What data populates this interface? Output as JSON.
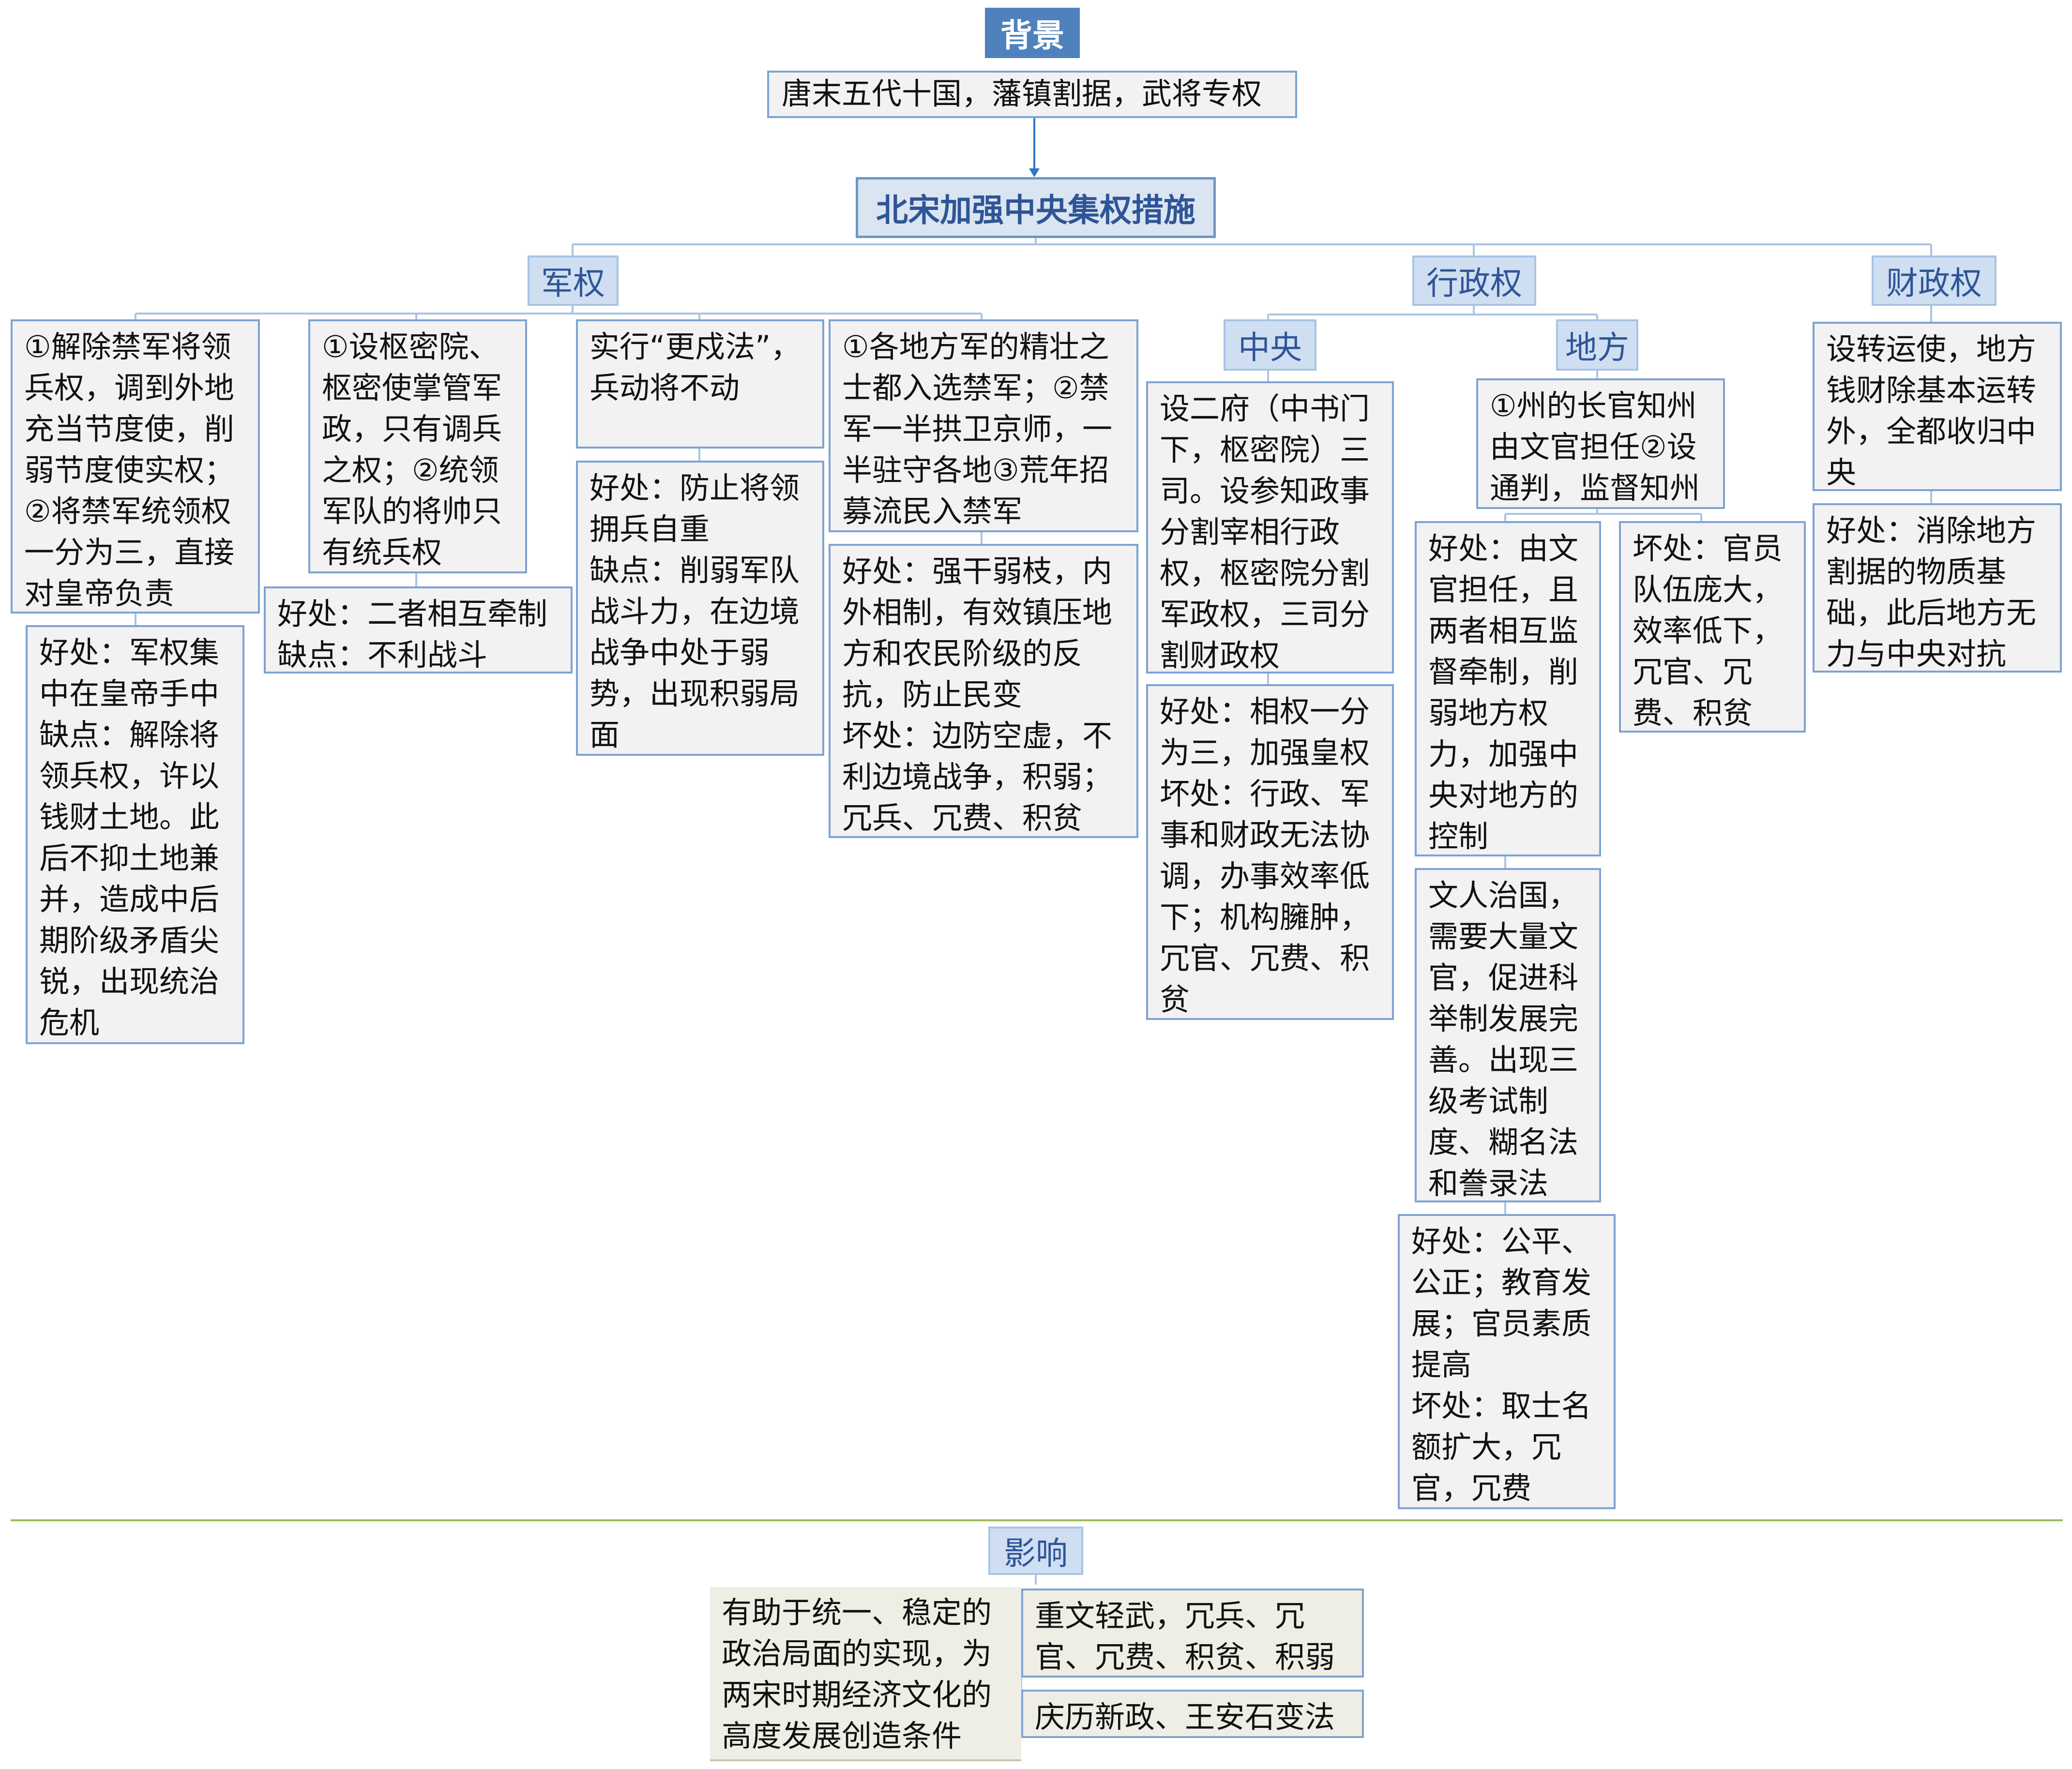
{
  "top": {
    "background_label": "背景",
    "background_text": "唐末五代十国，藩镇割据，武将专权",
    "title": "北宋加强中央集权措施"
  },
  "military": {
    "label": "军权",
    "m1": "①解除禁军将领兵权，调到外地充当节度使，削弱节度使实权；②将禁军统领权一分为三，直接对皇帝负责",
    "m1_eval": "好处：军权集中在皇帝手中\n缺点：解除将领兵权，许以钱财土地。此后不抑土地兼并，造成中后期阶级矛盾尖锐，出现统治危机",
    "m2": "①设枢密院、枢密使掌管军政，只有调兵之权；②统领军队的将帅只有统兵权",
    "m2_eval": "好处：二者相互牵制\n缺点：不利战斗",
    "m3": "实行“更戍法”，兵动将不动",
    "m3_eval": "好处：防止将领拥兵自重\n缺点：削弱军队战斗力，在边境战争中处于弱势，出现积弱局面",
    "m4": "①各地方军的精壮之士都入选禁军；②禁军一半拱卫京师，一半驻守各地③荒年招募流民入禁军",
    "m4_eval": "好处：强干弱枝，内外相制，有效镇压地方和农民阶级的反抗，防止民变\n坏处：边防空虚，不利边境战争，积弱；冗兵、冗费、积贫"
  },
  "administration": {
    "label": "行政权",
    "central_label": "中央",
    "central_text": "设二府（中书门下，枢密院）三司。设参知政事分割宰相行政权，枢密院分割军政权，三司分割财政权",
    "central_eval": "好处：相权一分为三，加强皇权\n坏处：行政、军事和财政无法协调，办事效率低下；机构臃肿，冗官、冗费、积贫",
    "local_label": "地方",
    "local_text": "①州的长官知州由文官担任②设通判，监督知州",
    "local_good": "好处：由文官担任，且两者相互监督牵制，削弱地方权力，加强中央对地方的控制",
    "local_bad": "坏处：官员队伍庞大，效率低下，冗官、冗费、积贫",
    "scholar": "文人治国，需要大量文官，促进科举制发展完善。出现三级考试制度、糊名法和誊录法",
    "scholar_eval": "好处：公平、公正；教育发展；官员素质提高\n坏处：取士名额扩大，冗官，冗费"
  },
  "finance": {
    "label": "财政权",
    "text": "设转运使，地方钱财除基本运转外，全都收归中央",
    "eval": "好处：消除地方割据的物质基础，此后地方无力与中央对抗"
  },
  "impact": {
    "label": "影响",
    "positive": "有助于统一、稳定的政治局面的实现，为两宋时期经济文化的高度发展创造条件",
    "negative": "重文轻武，冗兵、冗官、冗费、积贫、积弱",
    "reform": "庆历新政、王安石变法"
  },
  "colors": {
    "box_border": "#7ea3d1",
    "box_fill": "#f2f2f2",
    "category_fill": "#cfdff1",
    "title_fill": "#dbe5f1",
    "divider": "#9bbb59"
  }
}
